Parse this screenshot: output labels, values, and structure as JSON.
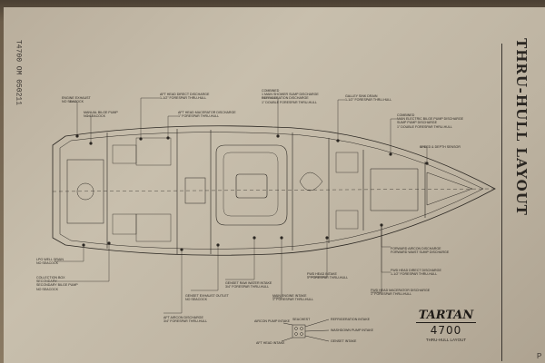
{
  "document": {
    "title": "THRU-HULL LAYOUT",
    "doc_code": "T4700 OM 050211",
    "page_fragment": "P"
  },
  "logo": {
    "brand": "TARTAN",
    "model": "4700",
    "subtitle": "THRU-HULL LAYOUT"
  },
  "callouts": {
    "engine_exhaust": [
      "ENGINE EXHAUST",
      "NO SEACOCK"
    ],
    "manual_bilge": [
      "MANUAL BILGE PUMP",
      "NO SEACOCK"
    ],
    "aft_head_direct": [
      "AFT HEAD DIRECT DISCHARGE",
      "1-1/2\" FORESPAR THRU-HULL"
    ],
    "aft_head_macerator": [
      "AFT HEAD MACERATOR DISCHARGE",
      "1\" FORESPAR THRU-HULL"
    ],
    "combined": [
      "COMBINED",
      "1 MAIN SHOWER SUMP DISCHARGE",
      "REFRIGERATION DISCHARGE",
      "1\" DOUBLE FORESPAR THRU-HULL"
    ],
    "galley_sink": [
      "GALLEY SINK DRAIN",
      "1-1/2\" FORESPAR THRU-HULL"
    ],
    "combined_fwd": [
      "COMBINED",
      "MAIN ELECTRIC BILGE PUMP DISCHARGE",
      "SUMP PUMP DISCHARGE",
      "1\" DOUBLE FORESPAR THRU-HULL"
    ],
    "speed_depth": [
      "SPEED & DEPTH SENSOR"
    ],
    "lpg_well": [
      "LPG WELL DRAIN",
      "NO SEACOCK"
    ],
    "cockpit_drain": [
      "COLLECTION BOX",
      "SECONDARY",
      "SECONDARY BILGE PUMP",
      "NO SEACOCK"
    ],
    "aircon_discharge": [
      "AFT AIRCON DISCHARGE",
      "3/4\" FORESPAR THRU-HULL"
    ],
    "genset_exhaust": [
      "GENSET EXHAUST OUTLET",
      "NO SEACOCK"
    ],
    "genset_raw": [
      "GENSET RAW WATER INTAKE",
      "3/4\" FORESPAR THRU-HULL"
    ],
    "fwd_head_intake": [
      "FWD HEAD INTAKE",
      "1\" FORESPAR THRU-HULL"
    ],
    "main_engine_intake": [
      "MAIN ENGINE INTAKE",
      "1\" FORESPAR THRU-HULL"
    ],
    "fwd_aircon": [
      "FORWARD AIRCON DISCHARGE",
      "FORWARD WAIST SUMP DISCHARGE"
    ],
    "fwd_head_direct": [
      "FWD HEAD DIRECT DISCHARGE",
      "1-1/2\" FORESPAR THRU-HULL"
    ],
    "fwd_head_macerator": [
      "FWD HEAD MACERATOR DISCHARGE",
      "1\" FORESPAR THRU-HULL"
    ]
  },
  "legend": {
    "aircon_pump": "AIRCON PUMP INTAKE",
    "seachest": "SEACHEST",
    "refrigeration": "REFRIGERATION INTAKE",
    "washdown": "WASHDOWN PUMP INTAKE",
    "genset": "GENSET INTAKE",
    "aft_head": "AFT HEAD INTAKE"
  }
}
